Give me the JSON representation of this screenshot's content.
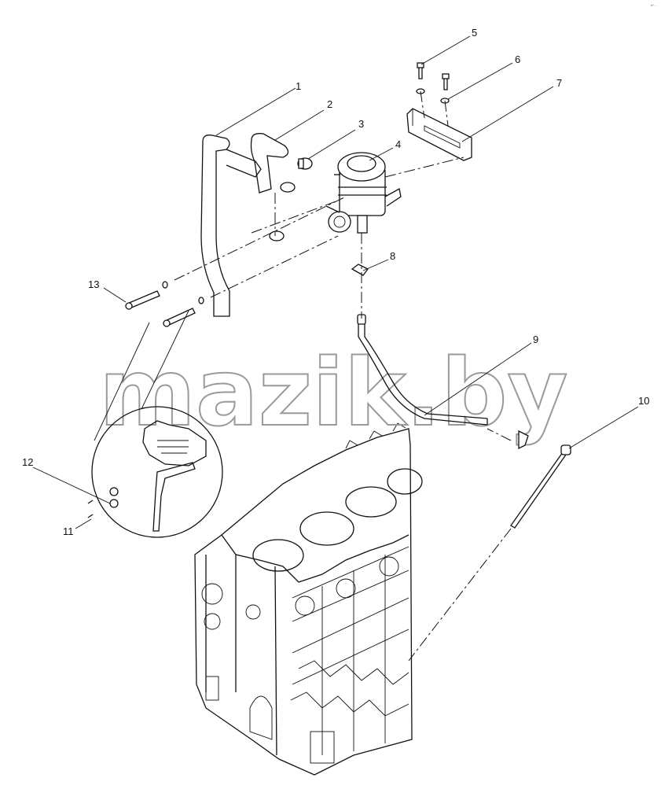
{
  "callouts": [
    {
      "id": "1",
      "label": "1"
    },
    {
      "id": "2",
      "label": "2"
    },
    {
      "id": "3",
      "label": "3"
    },
    {
      "id": "4",
      "label": "4"
    },
    {
      "id": "5",
      "label": "5"
    },
    {
      "id": "6",
      "label": "6"
    },
    {
      "id": "7",
      "label": "7"
    },
    {
      "id": "8",
      "label": "8"
    },
    {
      "id": "9",
      "label": "9"
    },
    {
      "id": "10",
      "label": "10"
    },
    {
      "id": "11",
      "label": "11"
    },
    {
      "id": "12",
      "label": "12"
    },
    {
      "id": "13",
      "label": "13"
    }
  ],
  "watermark": "mazik.by",
  "corner_code": "#^ ..."
}
